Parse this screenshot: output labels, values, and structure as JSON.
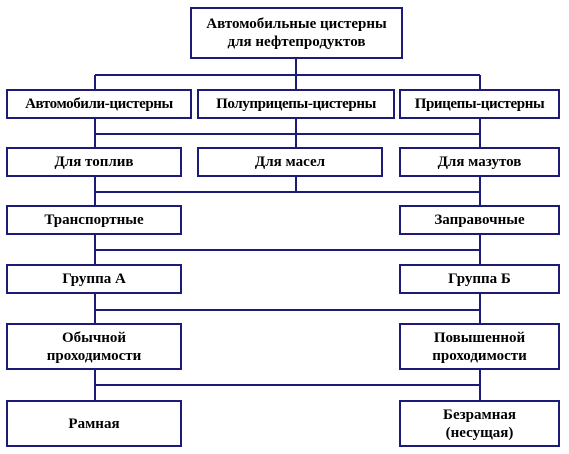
{
  "diagram": {
    "root": "Автомобильные цистерны\nдля нефтепродуктов",
    "vehicle_types": {
      "auto": "Автомобили-цистерны",
      "semi": "Полуприцепы-цистерны",
      "trailer": "Прицепы-цистерны"
    },
    "cargo": {
      "fuel": "Для топлив",
      "oil": "Для масел",
      "mazut": "Для мазутов"
    },
    "purpose": {
      "transport": "Транспортные",
      "fueling": "Заправочные"
    },
    "group": {
      "a": "Группа А",
      "b": "Группа Б"
    },
    "passability": {
      "normal": "Обычной\nпроходимости",
      "high": "Повышенной\nпроходимости"
    },
    "frame": {
      "framed": "Рамная",
      "frameless": "Безрамная\n(несущая)"
    }
  },
  "colors": {
    "line": "#1c1c78",
    "text": "#000000",
    "background": "#ffffff"
  }
}
